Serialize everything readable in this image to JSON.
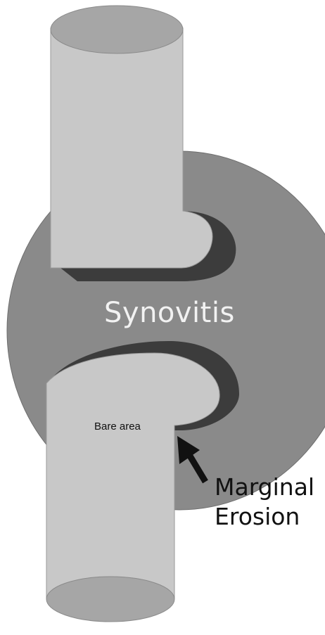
{
  "diagram": {
    "labels": {
      "synovitis": "Synovitis",
      "bare_area": "Bare area",
      "marginal_erosion_line1": "Marginal",
      "marginal_erosion_line2": "Erosion"
    },
    "colors": {
      "background": "#ffffff",
      "synovium": "#8a8a8a",
      "bone_body": "#c8c8c8",
      "bone_end_cap": "#a6a6a6",
      "cartilage": "#3c3c3c",
      "arrow": "#111111"
    }
  }
}
